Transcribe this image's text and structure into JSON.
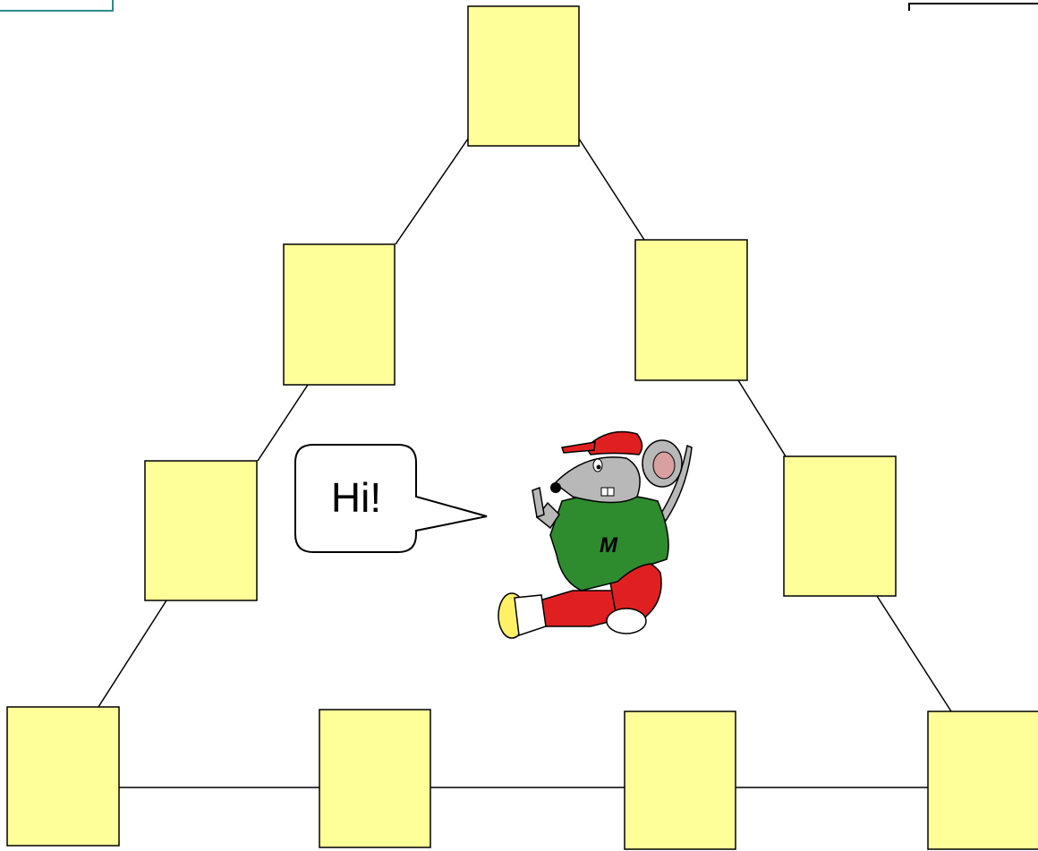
{
  "speech_bubble": {
    "text": "Hi!"
  },
  "mascot": {
    "name": "mouse-mascot-icon",
    "shirt_letter": "M"
  },
  "colors": {
    "box_fill": "#ffff99",
    "shirt": "#2e8b2e",
    "cap": "#e02020",
    "body": "#b8b8b8"
  },
  "boxes": [
    {
      "id": "top",
      "label": ""
    },
    {
      "id": "left-upper",
      "label": ""
    },
    {
      "id": "right-upper",
      "label": ""
    },
    {
      "id": "left-middle",
      "label": ""
    },
    {
      "id": "right-middle",
      "label": ""
    },
    {
      "id": "bottom-1",
      "label": ""
    },
    {
      "id": "bottom-2",
      "label": ""
    },
    {
      "id": "bottom-3",
      "label": ""
    },
    {
      "id": "bottom-4",
      "label": ""
    }
  ]
}
